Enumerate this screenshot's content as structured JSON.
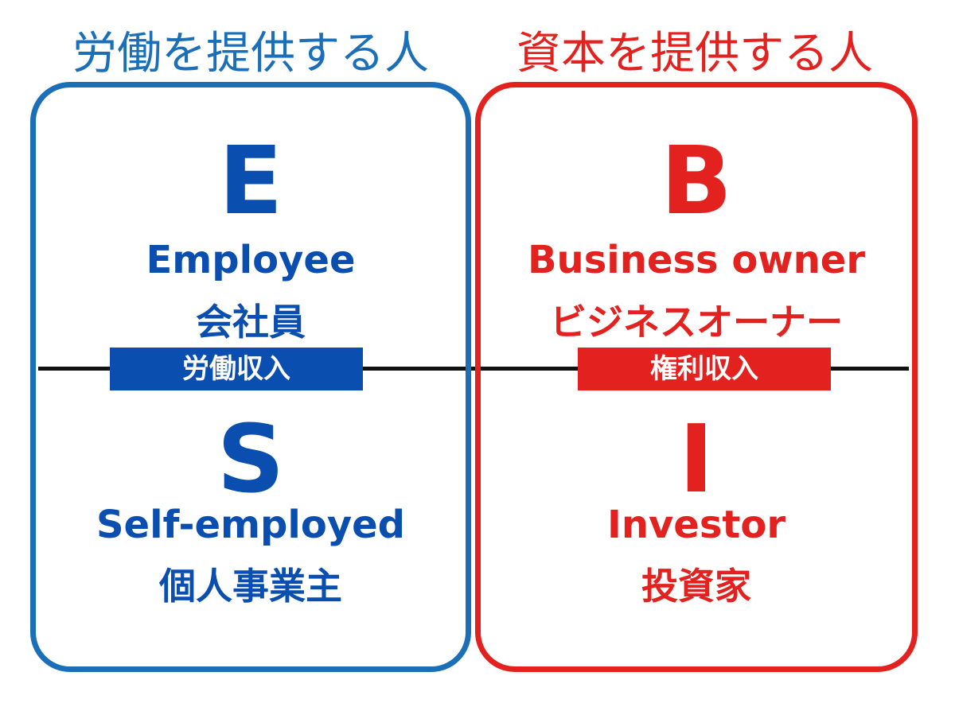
{
  "colors": {
    "labor": "#1a6fb8",
    "labor_text": "#0a4fb0",
    "capital": "#e3211f",
    "line": "#111111"
  },
  "left": {
    "header": "労働を提供する人",
    "income_tag": "労働収入",
    "top": {
      "letter": "E",
      "english": "Employee",
      "japanese": "会社員"
    },
    "bottom": {
      "letter": "S",
      "english": "Self-employed",
      "japanese": "個人事業主"
    }
  },
  "right": {
    "header": "資本を提供する人",
    "income_tag": "権利収入",
    "top": {
      "letter": "B",
      "english": "Business owner",
      "japanese": "ビジネスオーナー"
    },
    "bottom": {
      "letter": "I",
      "english": "Investor",
      "japanese": "投資家"
    }
  }
}
